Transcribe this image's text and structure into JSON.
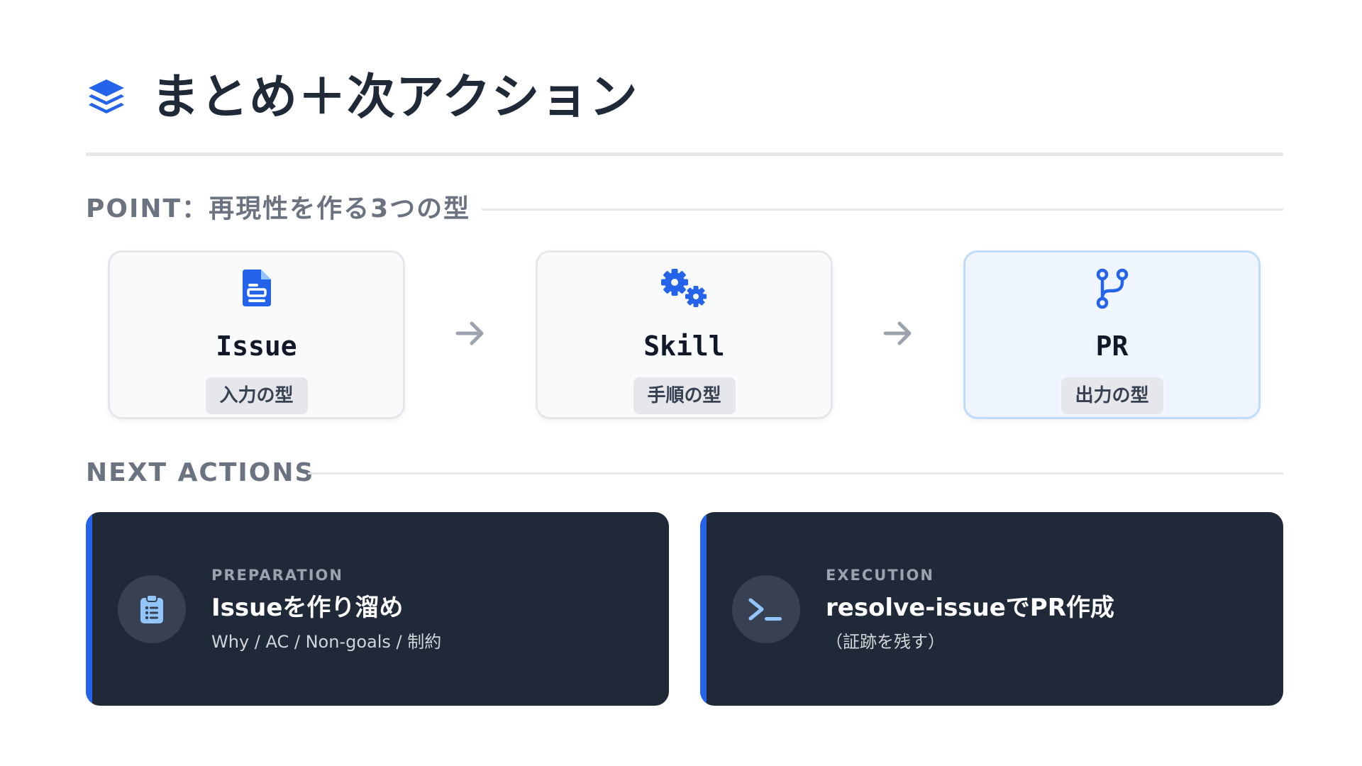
{
  "header": {
    "title": "まとめ＋次アクション",
    "icon": "layers-icon"
  },
  "point_section": {
    "label": "POINT：再現性を作る3つの型"
  },
  "steps": [
    {
      "name": "Issue",
      "badge": "入力の型",
      "icon": "file-document-icon",
      "highlighted": false
    },
    {
      "name": "Skill",
      "badge": "手順の型",
      "icon": "gears-icon",
      "highlighted": false
    },
    {
      "name": "PR",
      "badge": "出力の型",
      "icon": "code-branch-icon",
      "highlighted": true
    }
  ],
  "next_section": {
    "label": "NEXT ACTIONS"
  },
  "actions": [
    {
      "eyebrow": "PREPARATION",
      "title": "Issueを作り溜め",
      "detail": "Why / AC / Non-goals / 制約",
      "icon": "clipboard-list-icon"
    },
    {
      "eyebrow": "EXECUTION",
      "title": "resolve-issueでPR作成",
      "detail": "（証跡を残す）",
      "icon": "terminal-icon"
    }
  ],
  "colors": {
    "accent": "#2563eb",
    "title_text": "#1f2937",
    "muted": "#6b7280",
    "card_dark": "#1f2937",
    "highlight_bg": "#eff6ff",
    "highlight_border": "#bfdbfe"
  }
}
